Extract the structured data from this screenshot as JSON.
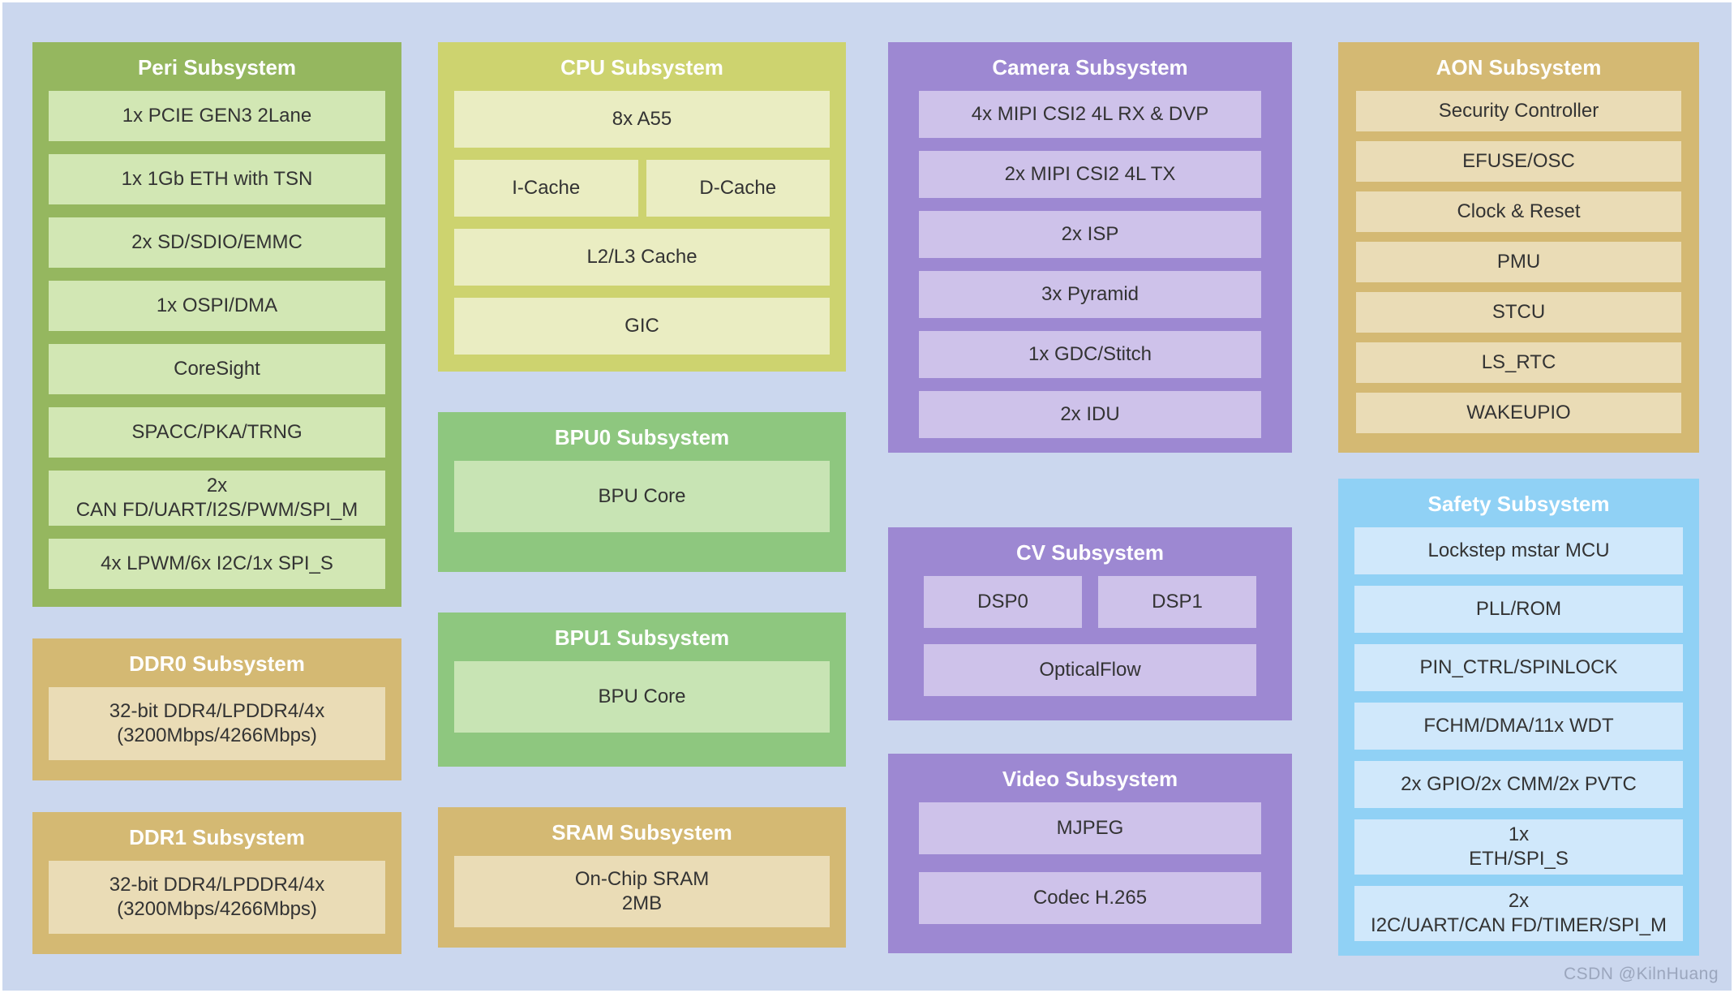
{
  "colors": {
    "background": "#cbd7ee",
    "frame": "#ffffff",
    "title_text": "#ffffff",
    "cell_text": "#333333",
    "watermark_text": "#9ba6bd",
    "themes": {
      "olive": {
        "container": "#95b75f",
        "cell": "#d2e7b4"
      },
      "lime": {
        "container": "#cdd36f",
        "cell": "#eaedc2"
      },
      "green": {
        "container": "#8ec77f",
        "cell": "#c8e4b4"
      },
      "tan": {
        "container": "#d4b973",
        "cell": "#eadcb6"
      },
      "purple": {
        "container": "#9d88d2",
        "cell": "#cec2ea"
      },
      "blue": {
        "container": "#90d1f5",
        "cell": "#d0e8fb"
      }
    }
  },
  "watermark": "CSDN @KilnHuang",
  "sections": {
    "peri": {
      "title": "Peri Subsystem",
      "rows": [
        {
          "label": "1x PCIE GEN3 2Lane"
        },
        {
          "label": "1x 1Gb ETH with TSN"
        },
        {
          "label": "2x SD/SDIO/EMMC"
        },
        {
          "label": "1x OSPI/DMA"
        },
        {
          "label": "CoreSight"
        },
        {
          "label": "SPACC/PKA/TRNG"
        },
        {
          "label": "2x\nCAN FD/UART/I2S/PWM/SPI_M"
        },
        {
          "label": "4x LPWM/6x I2C/1x SPI_S"
        }
      ]
    },
    "ddr0": {
      "title": "DDR0 Subsystem",
      "rows": [
        {
          "label": "32-bit DDR4/LPDDR4/4x\n(3200Mbps/4266Mbps)"
        }
      ]
    },
    "ddr1": {
      "title": "DDR1 Subsystem",
      "rows": [
        {
          "label": "32-bit DDR4/LPDDR4/4x\n(3200Mbps/4266Mbps)"
        }
      ]
    },
    "cpu": {
      "title": "CPU Subsystem",
      "rows": [
        {
          "label": "8x A55"
        },
        {
          "pair": [
            "I-Cache",
            "D-Cache"
          ]
        },
        {
          "label": "L2/L3 Cache"
        },
        {
          "label": "GIC"
        }
      ]
    },
    "bpu0": {
      "title": "BPU0 Subsystem",
      "rows": [
        {
          "label": "BPU Core"
        }
      ]
    },
    "bpu1": {
      "title": "BPU1 Subsystem",
      "rows": [
        {
          "label": "BPU Core"
        }
      ]
    },
    "sram": {
      "title": "SRAM Subsystem",
      "rows": [
        {
          "label": "On-Chip SRAM\n2MB"
        }
      ]
    },
    "camera": {
      "title": "Camera Subsystem",
      "rows": [
        {
          "label": "4x MIPI CSI2 4L RX & DVP"
        },
        {
          "label": "2x MIPI CSI2 4L TX"
        },
        {
          "label": "2x ISP"
        },
        {
          "label": "3x Pyramid"
        },
        {
          "label": "1x GDC/Stitch"
        },
        {
          "label": "2x IDU"
        }
      ]
    },
    "cv": {
      "title": "CV Subsystem",
      "rows": [
        {
          "pair": [
            "DSP0",
            "DSP1"
          ]
        },
        {
          "label": "OpticalFlow"
        }
      ]
    },
    "video": {
      "title": "Video Subsystem",
      "rows": [
        {
          "label": "MJPEG"
        },
        {
          "label": "Codec H.265"
        }
      ]
    },
    "aon": {
      "title": "AON Subsystem",
      "rows": [
        {
          "label": "Security Controller"
        },
        {
          "label": "EFUSE/OSC"
        },
        {
          "label": "Clock & Reset"
        },
        {
          "label": "PMU"
        },
        {
          "label": "STCU"
        },
        {
          "label": "LS_RTC"
        },
        {
          "label": "WAKEUPIO"
        }
      ]
    },
    "safety": {
      "title": "Safety Subsystem",
      "rows": [
        {
          "label": "Lockstep mstar MCU"
        },
        {
          "label": "PLL/ROM"
        },
        {
          "label": "PIN_CTRL/SPINLOCK"
        },
        {
          "label": "FCHM/DMA/11x WDT"
        },
        {
          "label": "2x GPIO/2x CMM/2x PVTC"
        },
        {
          "label": "1x\nETH/SPI_S"
        },
        {
          "label": "2x\nI2C/UART/CAN FD/TIMER/SPI_M"
        }
      ]
    }
  }
}
